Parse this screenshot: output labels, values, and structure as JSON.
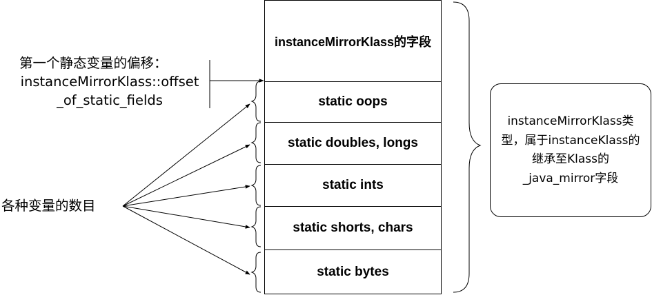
{
  "memory_blocks": [
    {
      "label": "instanceMirrorKlass的字段"
    },
    {
      "label": "static oops"
    },
    {
      "label": "static doubles, longs"
    },
    {
      "label": "static ints"
    },
    {
      "label": "static shorts, chars"
    },
    {
      "label": "static bytes"
    }
  ],
  "offset_label": {
    "line1": "第一个静态变量的偏移：",
    "line2": "instanceMirrorKlass::offset",
    "line3": "_of_static_fields"
  },
  "count_label": "各种变量的数目",
  "type_note": {
    "line1": "instanceMirrorKlass类",
    "line2": "型，属于instanceKlass的",
    "line3": "继承至Klass的",
    "line4": "_java_mirror字段"
  }
}
